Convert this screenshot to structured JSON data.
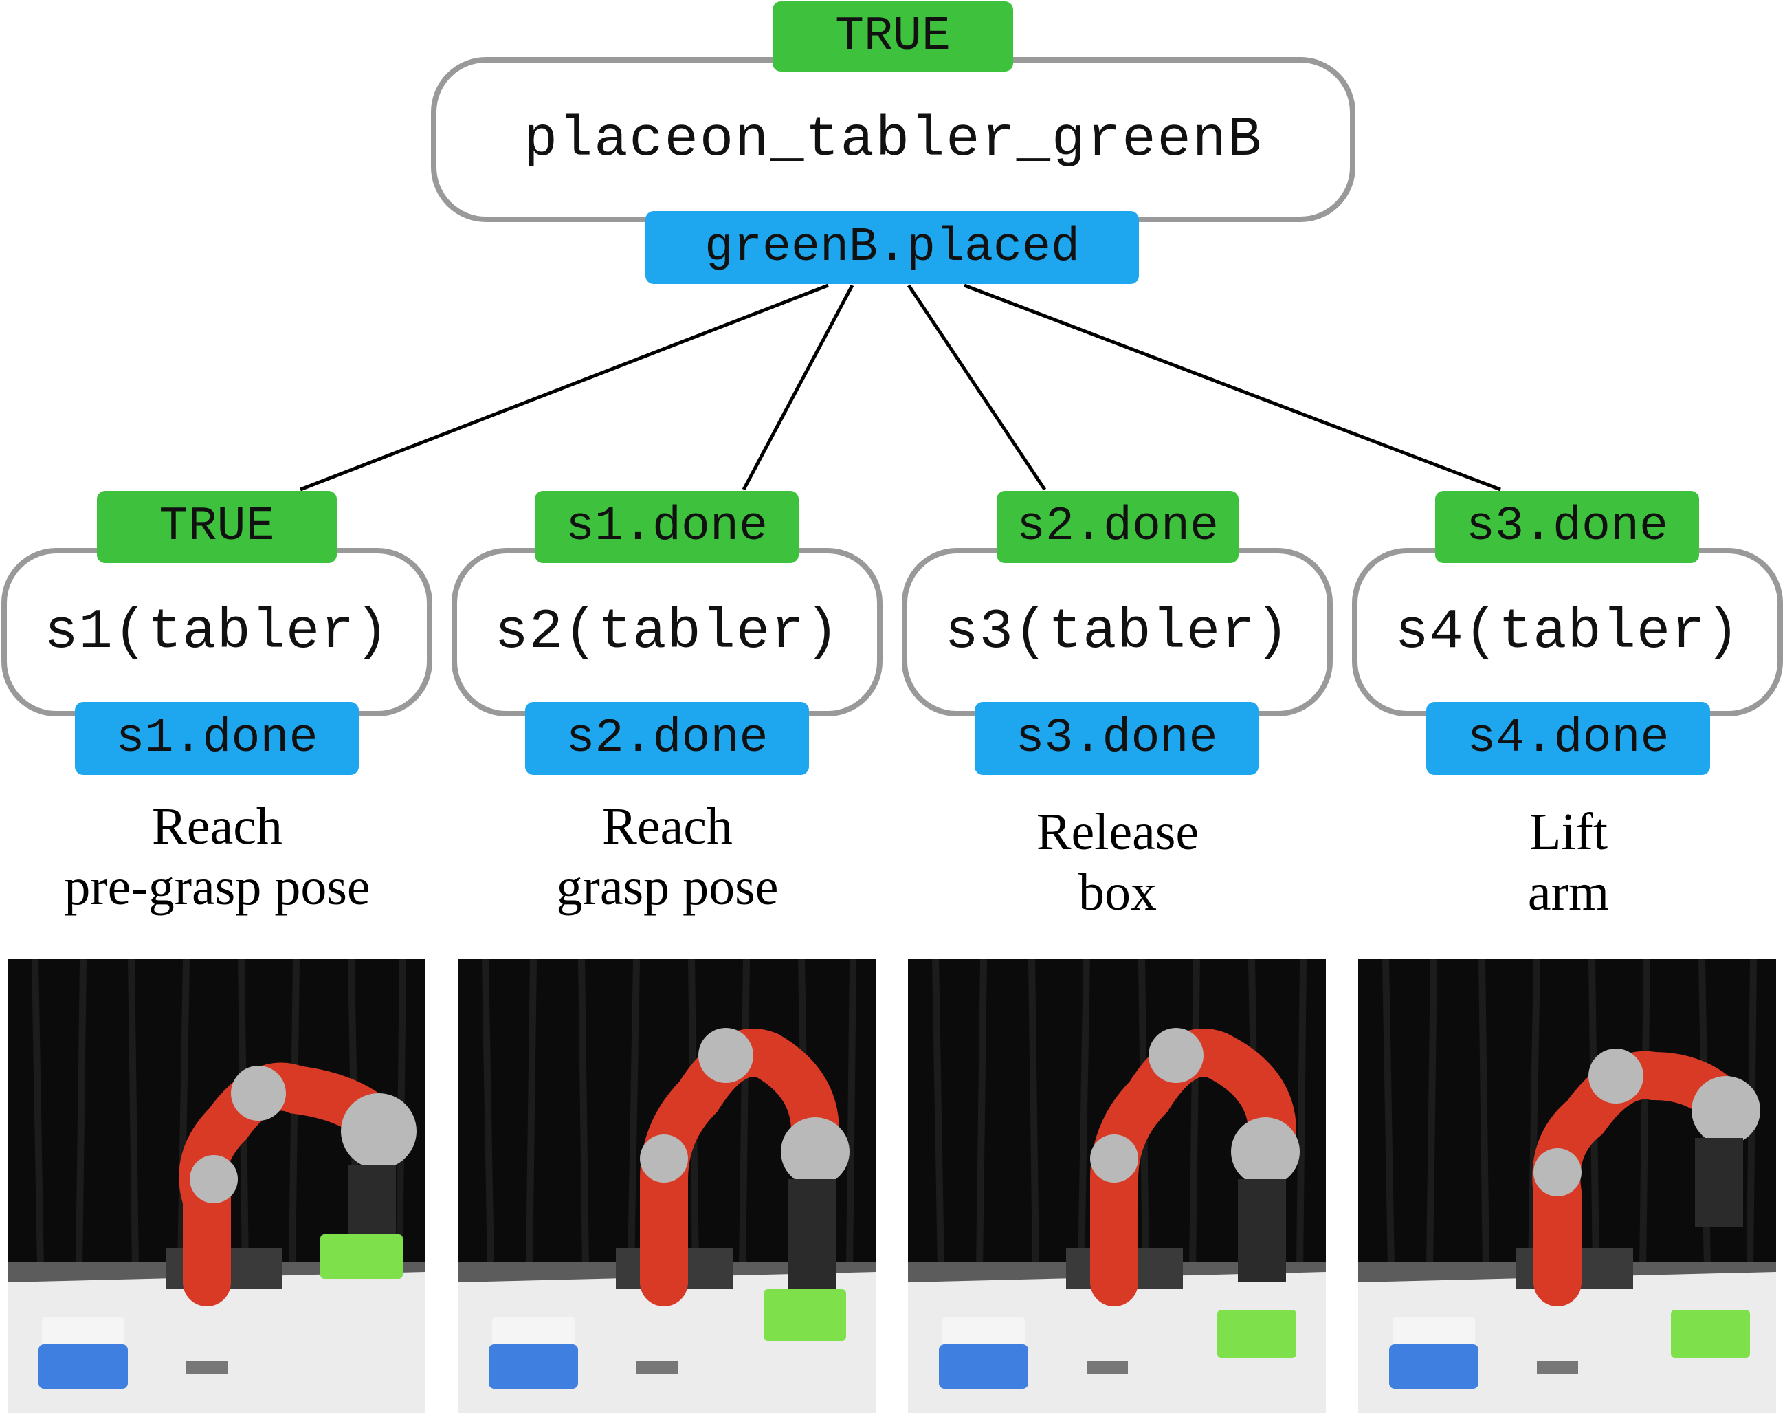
{
  "root": {
    "precondition": "TRUE",
    "label": "placeon_tabler_greenB",
    "postcondition": "greenB.placed"
  },
  "children": [
    {
      "precondition": "TRUE",
      "label": "s1(tabler)",
      "postcondition": "s1.done",
      "caption_line1": "Reach",
      "caption_line2": "pre-grasp pose",
      "box_state": "held-above"
    },
    {
      "precondition": "s1.done",
      "label": "s2(tabler)",
      "postcondition": "s2.done",
      "caption_line1": "Reach",
      "caption_line2": "grasp pose",
      "box_state": "held-on-table"
    },
    {
      "precondition": "s2.done",
      "label": "s3(tabler)",
      "postcondition": "s3.done",
      "caption_line1": "Release",
      "caption_line2": "box",
      "box_state": "released"
    },
    {
      "precondition": "s3.done",
      "label": "s4(tabler)",
      "postcondition": "s4.done",
      "caption_line1": "Lift",
      "caption_line2": "arm",
      "box_state": "left-on-table"
    }
  ],
  "colors": {
    "precondition": "#3ec23e",
    "postcondition": "#1ea7ee",
    "node_border": "#999999",
    "robot": "#d93a26",
    "green_box": "#7ee04a",
    "blue_box": "#3f7fe0"
  }
}
